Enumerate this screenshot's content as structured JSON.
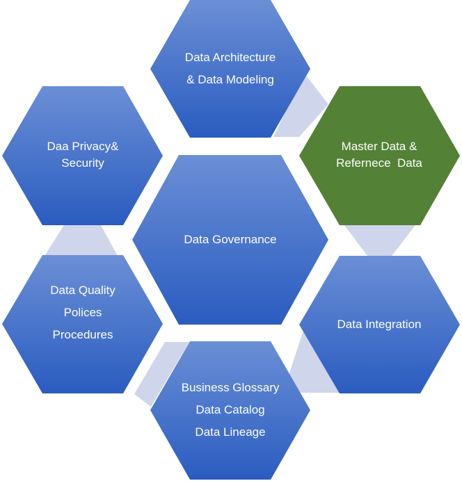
{
  "colors": {
    "hex_blue_top": "#6b8fd6",
    "hex_blue_bottom": "#2a5cc0",
    "hex_green": "#538135",
    "connector": "#cfd5ea",
    "text": "#ffffff"
  },
  "nodes": {
    "center": {
      "lines": [
        "Data Governance"
      ]
    },
    "architecture": {
      "lines": [
        "Data Architecture",
        "& Data Modeling"
      ]
    },
    "master_data": {
      "lines": [
        "Master Data &",
        "Refernece  Data"
      ]
    },
    "integration": {
      "lines": [
        "Data Integration"
      ]
    },
    "glossary": {
      "lines": [
        "Business Glossary",
        "Data Catalog",
        "Data Lineage"
      ]
    },
    "quality": {
      "lines": [
        "Data Quality",
        "Polices",
        "Procedures"
      ]
    },
    "privacy": {
      "lines": [
        "Daa Privacy&",
        "Security"
      ]
    }
  }
}
